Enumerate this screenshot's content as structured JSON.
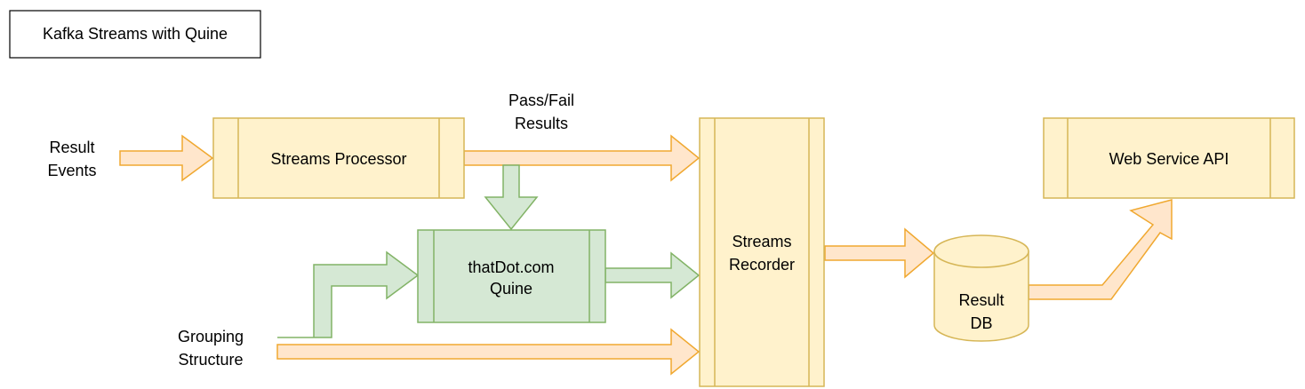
{
  "title": "Kafka Streams with Quine",
  "nodes": {
    "streams_processor": "Streams Processor",
    "quine": [
      "thatDot.com",
      "Quine"
    ],
    "streams_recorder": [
      "Streams",
      "Recorder"
    ],
    "result_db": [
      "Result",
      "DB"
    ],
    "web_service_api": "Web Service API"
  },
  "labels": {
    "result_events": [
      "Result",
      "Events"
    ],
    "pass_fail": [
      "Pass/Fail",
      "Results"
    ],
    "grouping": [
      "Grouping",
      "Structure"
    ]
  },
  "colors": {
    "orange_fill": "#fff2cc",
    "orange_stroke": "#d6b656",
    "arrow_fill": "#ffe6cc",
    "arrow_stroke": "#f0a830",
    "green_fill": "#d5e8d4",
    "green_stroke": "#82b366",
    "title_stroke": "#000000"
  }
}
